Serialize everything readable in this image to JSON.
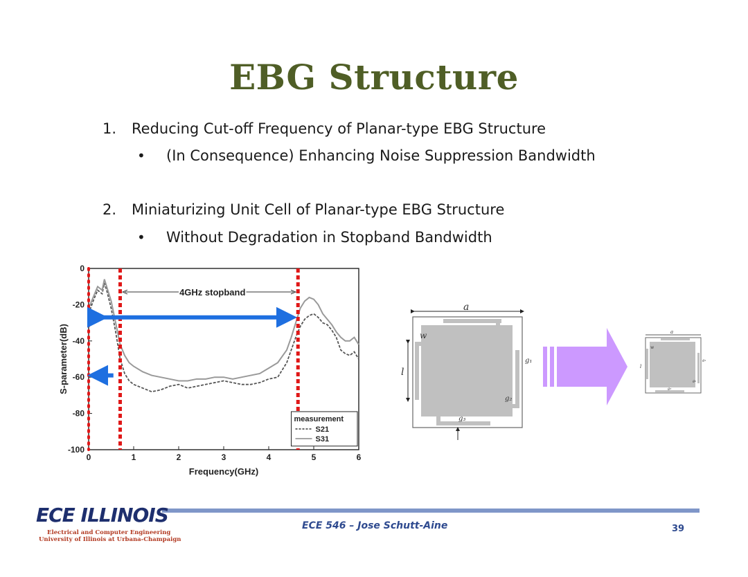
{
  "slide": {
    "title": "EBG Structure",
    "items": [
      {
        "number": "1.",
        "text": "Reducing Cut-off Frequency of Planar-type EBG Structure",
        "sub": "(In Consequence) Enhancing Noise Suppression Bandwidth"
      },
      {
        "number": "2.",
        "text": "Miniaturizing Unit Cell of Planar-type EBG Structure",
        "sub": "Without Degradation in Stopband Bandwidth"
      }
    ],
    "bullet": "•"
  },
  "chart_data": {
    "type": "line",
    "xlabel": "Frequency(GHz)",
    "ylabel": "S-parameter(dB)",
    "xlim": [
      0,
      6
    ],
    "ylim": [
      -100,
      0
    ],
    "xticks": [
      0,
      1,
      2,
      3,
      4,
      5,
      6
    ],
    "yticks": [
      0,
      -20,
      -40,
      -60,
      -80,
      -100
    ],
    "annotation": "4GHz stopband",
    "markers": [
      0.7,
      4.65
    ],
    "legend": {
      "title": "measurement",
      "placement": "bottom-right"
    },
    "series": [
      {
        "name": "S21",
        "style": "dashed",
        "color": "#555555",
        "x": [
          0,
          0.1,
          0.2,
          0.3,
          0.35,
          0.4,
          0.5,
          0.6,
          0.7,
          0.8,
          0.9,
          1.0,
          1.2,
          1.4,
          1.6,
          1.8,
          2.0,
          2.2,
          2.4,
          2.6,
          2.8,
          3.0,
          3.2,
          3.4,
          3.6,
          3.8,
          4.0,
          4.2,
          4.4,
          4.5,
          4.6,
          4.7,
          4.8,
          4.9,
          5.0,
          5.1,
          5.2,
          5.3,
          5.4,
          5.5,
          5.6,
          5.7,
          5.8,
          5.9,
          6.0
        ],
        "y": [
          -25,
          -18,
          -12,
          -14,
          -8,
          -12,
          -22,
          -35,
          -50,
          -58,
          -62,
          -64,
          -66,
          -68,
          -67,
          -65,
          -64,
          -66,
          -65,
          -64,
          -63,
          -62,
          -63,
          -64,
          -64,
          -63,
          -61,
          -60,
          -52,
          -45,
          -38,
          -32,
          -28,
          -26,
          -25,
          -27,
          -30,
          -31,
          -34,
          -38,
          -45,
          -47,
          -48,
          -46,
          -50
        ]
      },
      {
        "name": "S31",
        "style": "solid",
        "color": "#999999",
        "x": [
          0,
          0.1,
          0.2,
          0.3,
          0.35,
          0.4,
          0.5,
          0.6,
          0.7,
          0.8,
          0.9,
          1.0,
          1.2,
          1.4,
          1.6,
          1.8,
          2.0,
          2.2,
          2.4,
          2.6,
          2.8,
          3.0,
          3.2,
          3.4,
          3.6,
          3.8,
          4.0,
          4.2,
          4.4,
          4.5,
          4.6,
          4.7,
          4.8,
          4.9,
          5.0,
          5.1,
          5.2,
          5.3,
          5.4,
          5.5,
          5.6,
          5.7,
          5.8,
          5.9,
          6.0
        ],
        "y": [
          -22,
          -16,
          -10,
          -12,
          -6,
          -10,
          -18,
          -30,
          -42,
          -48,
          -52,
          -54,
          -57,
          -59,
          -60,
          -61,
          -62,
          -62,
          -61,
          -61,
          -60,
          -60,
          -61,
          -60,
          -59,
          -58,
          -55,
          -52,
          -45,
          -38,
          -30,
          -22,
          -18,
          -16,
          -17,
          -20,
          -25,
          -28,
          -31,
          -35,
          -38,
          -40,
          -40,
          -38,
          -42
        ]
      }
    ]
  },
  "diagram": {
    "labels": {
      "a": "a",
      "w": "w",
      "l": "l",
      "g1": "g₁",
      "g2": "g₂",
      "g3": "g₃"
    }
  },
  "footer": {
    "logo": "ECE ILLINOIS",
    "logo_line1": "Electrical and Computer Engineering",
    "logo_line2": "University of Illinois at Urbana-Champaign",
    "course": "ECE 546 – Jose Schutt-Aine",
    "page": "39"
  },
  "colors": {
    "title": "#4f5e26",
    "stopband_arrow": "#1e6fe0",
    "marker": "#e01818",
    "big_arrow": "#cc99ff",
    "footer": "#2e4a8f"
  }
}
